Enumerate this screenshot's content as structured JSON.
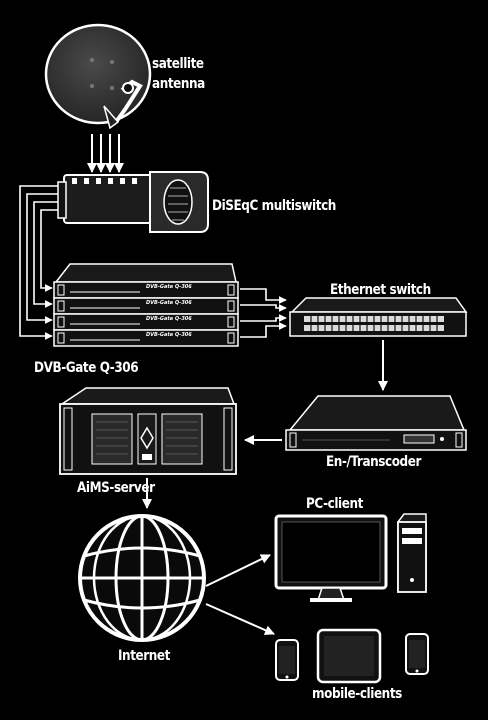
{
  "labels": {
    "satellite": "satellite",
    "antenna": "antenna",
    "multiswitch": "DiSEqC multiswitch",
    "ethernet_switch": "Ethernet switch",
    "dvb_gate": "DVB-Gate Q-306",
    "transcoder": "En-/Transcoder",
    "aims_server": "AiMS-server",
    "pc_client": "PC-client",
    "internet": "Internet",
    "mobile_clients": "mobile-clients"
  },
  "dvb_unit_label": "DVB-Gate Q-306",
  "colors": {
    "background": "#000000",
    "stroke": "#ffffff",
    "fill_dark": "#1a1a1a"
  }
}
